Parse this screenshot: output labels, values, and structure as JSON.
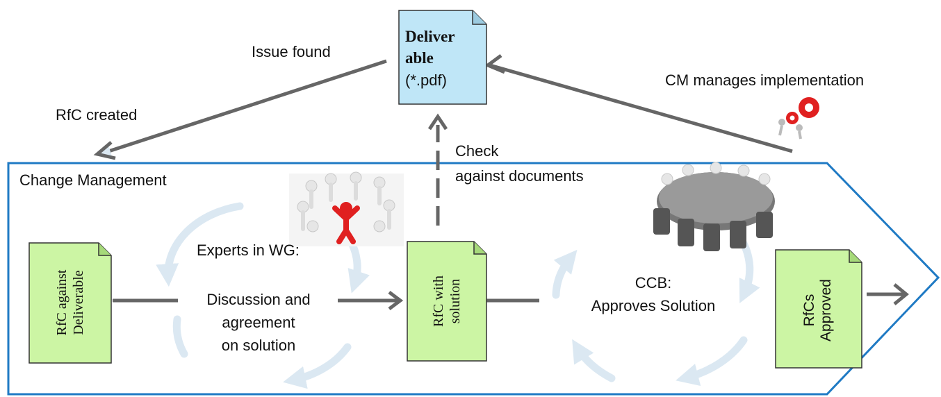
{
  "deliverable": {
    "line1": "Deliver",
    "line2": "able",
    "line3": "(*.pdf)"
  },
  "labels": {
    "issue_found": "Issue found",
    "rfc_created": "RfC created",
    "cm_manages": "CM manages implementation",
    "check_line1": "Check",
    "check_line2": "against documents",
    "change_management": "Change Management",
    "experts": "Experts in WG:",
    "discussion_line1": "Discussion and",
    "discussion_line2": "agreement",
    "discussion_line3": "on solution",
    "ccb": "CCB:",
    "approves": "Approves Solution"
  },
  "docs": {
    "rfc_against": {
      "line1": "RfC against",
      "line2": "Deliverable"
    },
    "rfc_with": {
      "line1": "RfC with",
      "line2": "solution"
    },
    "rfcs_approved": {
      "line1": "RfCs",
      "line2": "Approved"
    }
  },
  "colors": {
    "doc_green": "#ccf5a4",
    "doc_blue": "#bfe6f7",
    "frame_blue": "#1f7ac4",
    "arrow_gray": "#666666",
    "cycle_blue": "#dbe8f2",
    "accent_red": "#e02020"
  }
}
